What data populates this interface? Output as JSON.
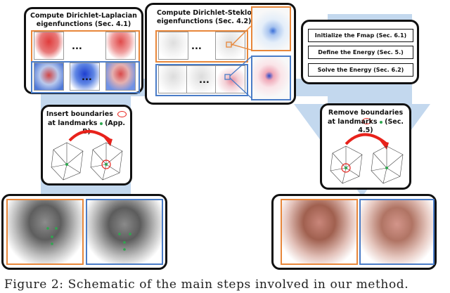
{
  "steps": {
    "dirichlet_laplacian": {
      "title_line1": "Compute Dirichlet-Laplacian",
      "title_line2": "eigenfunctions (Sec. 4.1)"
    },
    "dirichlet_steklov": {
      "title_line1": "Compute Dirichlet-Steklov",
      "title_line2": "eigenfunctions (Sec. 4.2)"
    },
    "insert_boundaries": {
      "title_line1": "Insert boundaries",
      "title_line2": "at landmarks",
      "ref": "(App. B)"
    },
    "remove_boundaries": {
      "title_line1": "Remove boundaries",
      "title_line2": "at landmarks",
      "ref": "(Sec. 4.5)"
    },
    "fmap_steps": [
      "Initialize the Fmap (Sec. 6.1)",
      "Define the Energy (Sec. 5.)",
      "Solve the Energy (Sec. 6.2)"
    ]
  },
  "ellipsis": "...",
  "caption": "Figure 2:  Schematic of the main steps involved in our method.",
  "colors": {
    "background_band": "#c3d8ee",
    "orange_frame": "#e8873a",
    "blue_frame": "#4a7cc7",
    "arrow_red": "#e8221b",
    "landmark_green": "#2fa84f"
  }
}
